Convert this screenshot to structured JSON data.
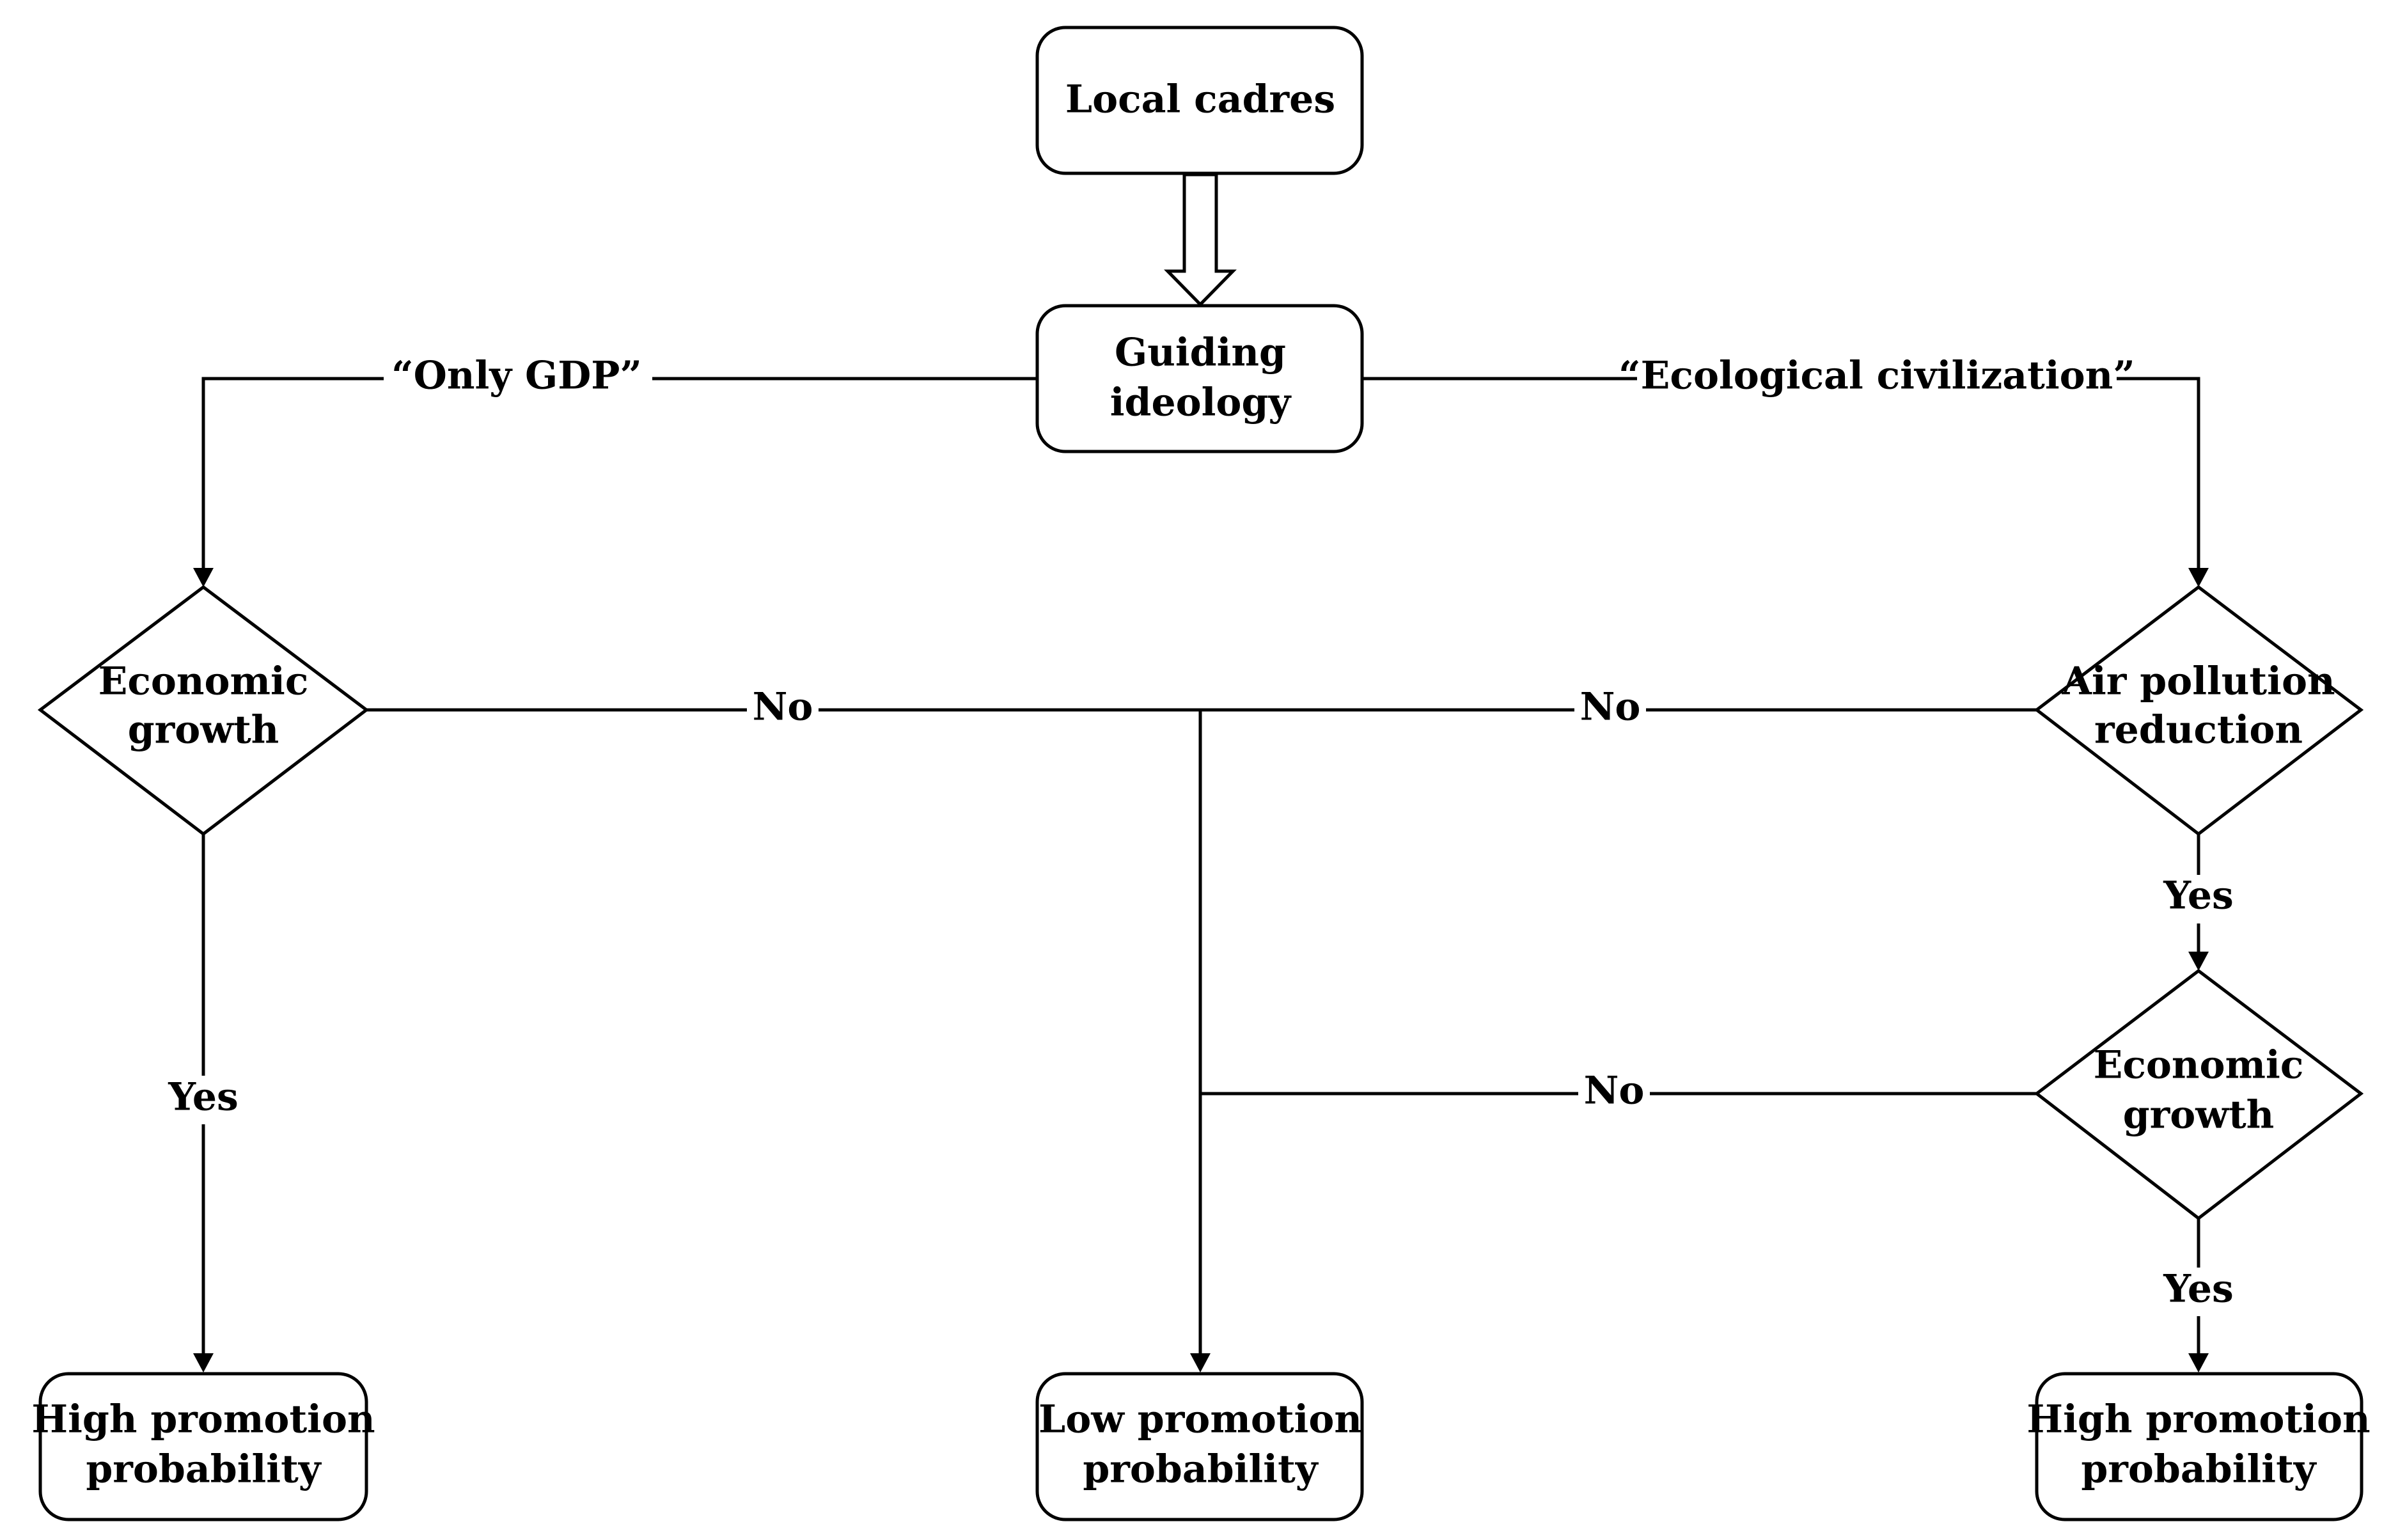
{
  "diagram": {
    "nodes": {
      "local_cadres": {
        "lines": [
          "Local cadres"
        ]
      },
      "guiding_ideology": {
        "lines": [
          "Guiding",
          "ideology"
        ]
      },
      "economic_growth_left": {
        "lines": [
          "Economic",
          "growth"
        ]
      },
      "air_pollution_reduction": {
        "lines": [
          "Air pollution",
          "reduction"
        ]
      },
      "economic_growth_right": {
        "lines": [
          "Economic",
          "growth"
        ]
      },
      "high_promotion_left": {
        "lines": [
          "High promotion",
          "probability"
        ]
      },
      "low_promotion": {
        "lines": [
          "Low promotion",
          "probability"
        ]
      },
      "high_promotion_right": {
        "lines": [
          "High promotion",
          "probability"
        ]
      }
    },
    "edge_labels": {
      "only_gdp": "“Only GDP”",
      "ecological_civilization": "“Ecological civilization”",
      "no_left": "No",
      "no_right_top": "No",
      "no_right_mid": "No",
      "yes_left": "Yes",
      "yes_right_top": "Yes",
      "yes_right_bottom": "Yes"
    }
  }
}
